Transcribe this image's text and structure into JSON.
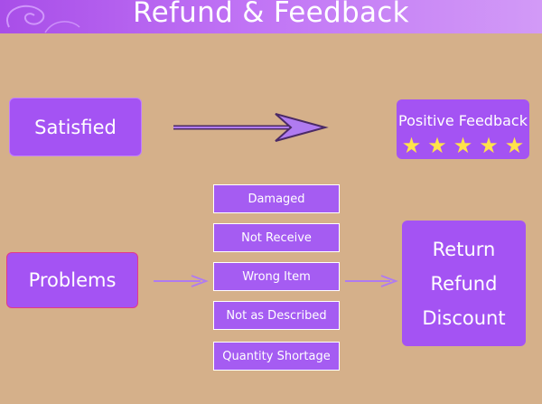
{
  "header": {
    "title": "Refund & Feedback"
  },
  "satisfied": {
    "label": "Satisfied"
  },
  "positive_feedback": {
    "label": "Positive Feedback",
    "stars": 5
  },
  "problems": {
    "label": "Problems"
  },
  "issues": [
    "Damaged",
    "Not Receive",
    "Wrong Item",
    "Not as Described",
    "Quantity Shortage"
  ],
  "outcomes": [
    "Return",
    "Refund",
    "Discount"
  ],
  "colors": {
    "background": "#d5b08a",
    "box": "#a453f3",
    "arrow": "#b07bf0",
    "star": "#ffe34a"
  }
}
